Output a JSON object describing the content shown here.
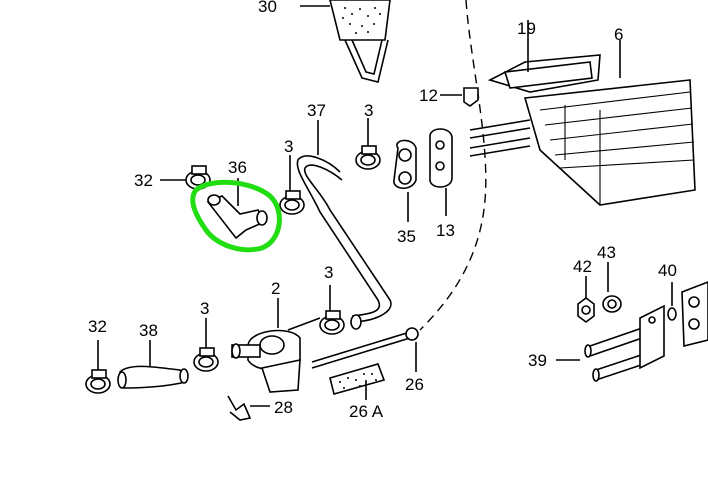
{
  "callouts": [
    {
      "key": "p30",
      "label": "30"
    },
    {
      "key": "p19",
      "label": "19"
    },
    {
      "key": "p6",
      "label": "6"
    },
    {
      "key": "p12",
      "label": "12"
    },
    {
      "key": "p37",
      "label": "37"
    },
    {
      "key": "p3a",
      "label": "3"
    },
    {
      "key": "p3b",
      "label": "3"
    },
    {
      "key": "p32a",
      "label": "32"
    },
    {
      "key": "p36",
      "label": "36"
    },
    {
      "key": "p35",
      "label": "35"
    },
    {
      "key": "p13",
      "label": "13"
    },
    {
      "key": "p42",
      "label": "42"
    },
    {
      "key": "p43",
      "label": "43"
    },
    {
      "key": "p40",
      "label": "40"
    },
    {
      "key": "p3c",
      "label": "3"
    },
    {
      "key": "p2",
      "label": "2"
    },
    {
      "key": "p32b",
      "label": "32"
    },
    {
      "key": "p38",
      "label": "38"
    },
    {
      "key": "p3d",
      "label": "3"
    },
    {
      "key": "p39",
      "label": "39"
    },
    {
      "key": "p26",
      "label": "26"
    },
    {
      "key": "p26a",
      "label": "26 A"
    },
    {
      "key": "p28",
      "label": "28"
    }
  ],
  "highlight": {
    "color": "#22dd11",
    "target": "36"
  },
  "colors": {
    "ink": "#000000",
    "background": "#ffffff"
  }
}
